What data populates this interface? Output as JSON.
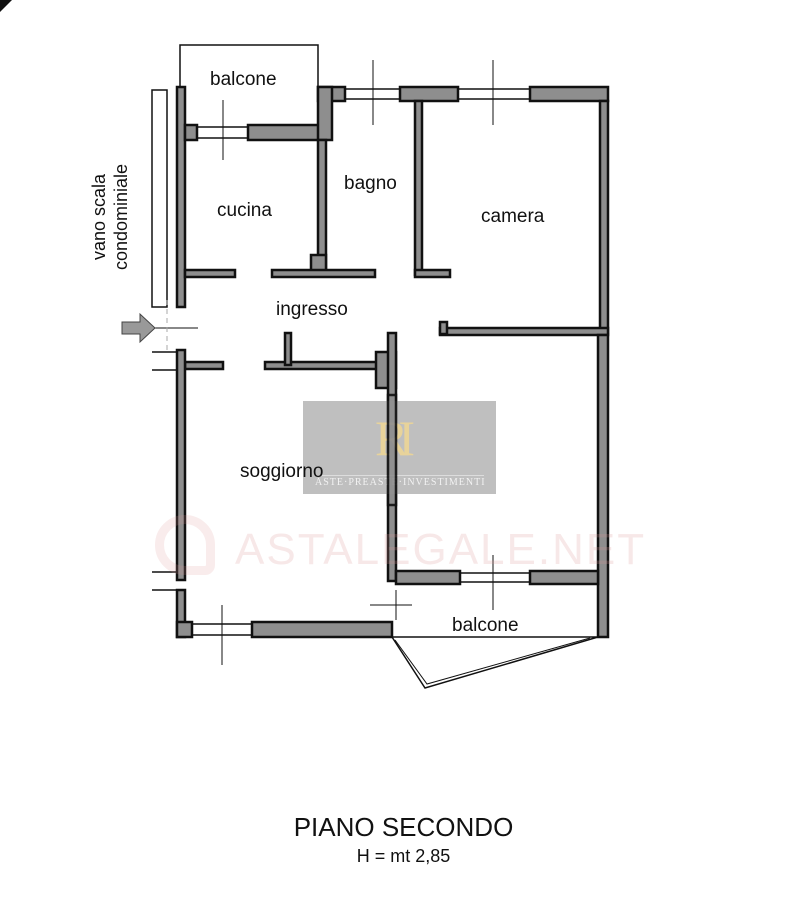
{
  "rooms": {
    "balcone_top": "balcone",
    "cucina": "cucina",
    "bagno": "bagno",
    "camera": "camera",
    "ingresso": "ingresso",
    "soggiorno": "soggiorno",
    "balcone_bottom": "balcone"
  },
  "stairwell": {
    "line1": "vano scala",
    "line2": "condominiale"
  },
  "logo": {
    "mark": "RI",
    "tagline": "ASTE·PREASTE·INVESTIMENTI"
  },
  "watermark": "ASTALEGALE.NET",
  "footer": {
    "title": "PIANO SECONDO",
    "height": "H = mt 2,85"
  },
  "colors": {
    "wall": "#8e8e8e",
    "outline": "#111111"
  }
}
